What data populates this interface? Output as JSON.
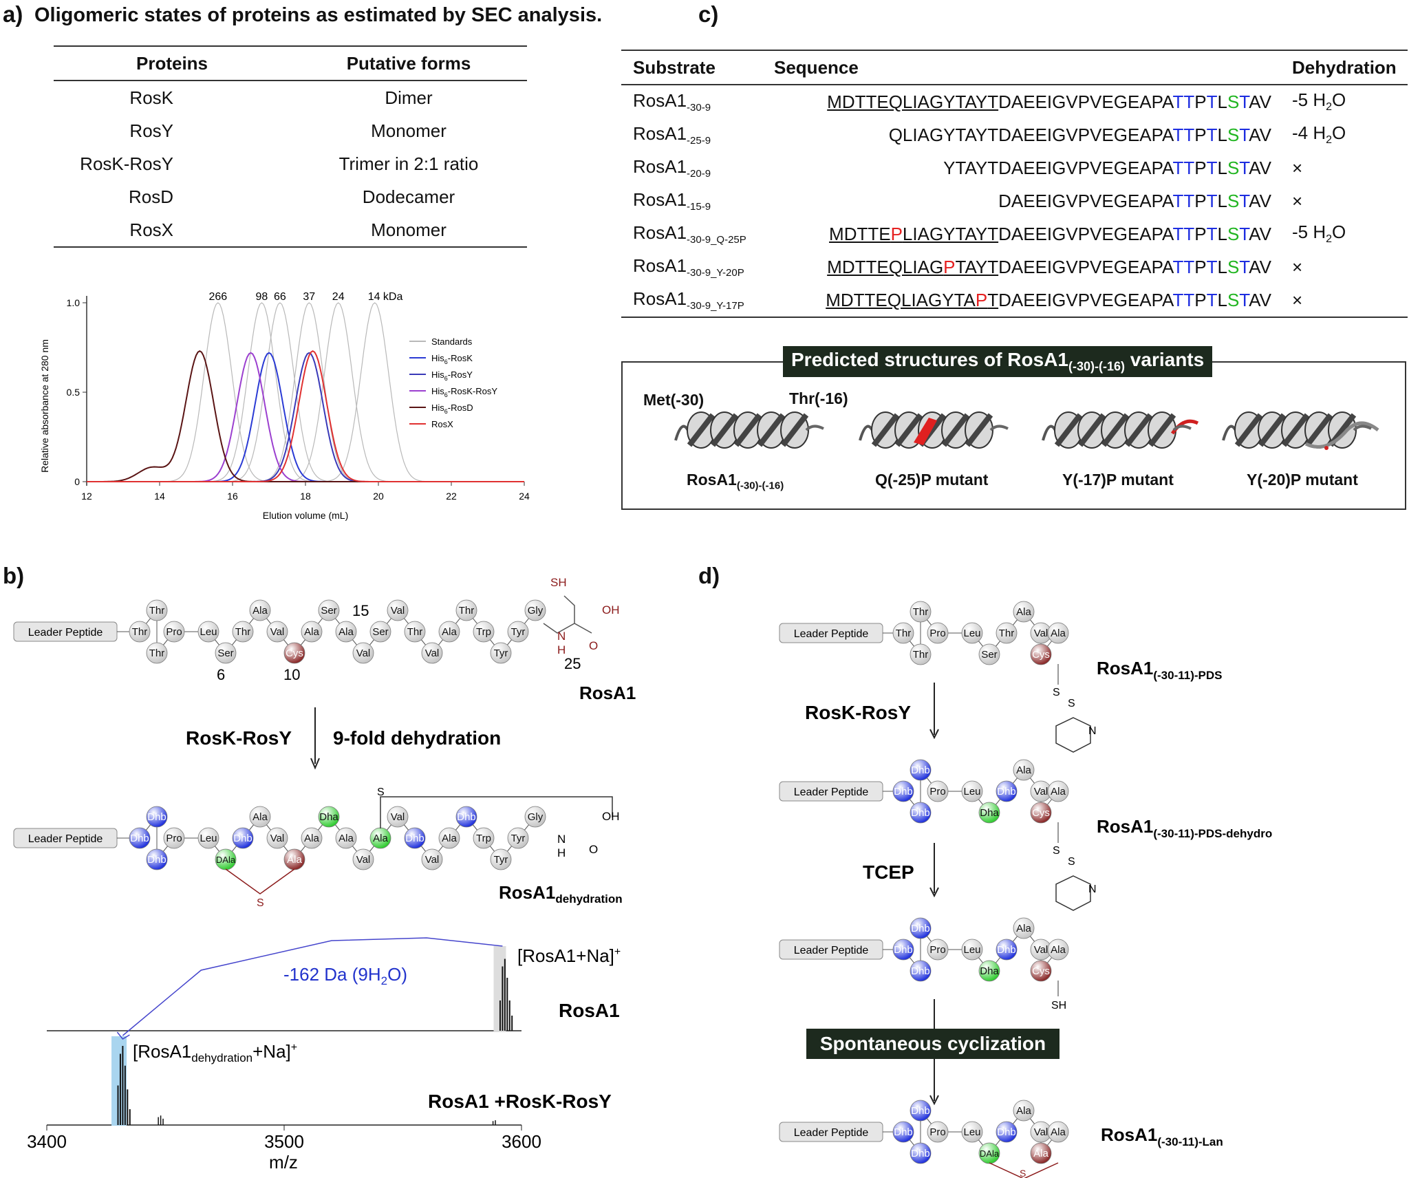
{
  "panel_a": {
    "label": "a)",
    "title": "Oligomeric states of proteins as estimated by SEC analysis.",
    "table": {
      "headers": [
        "Proteins",
        "Putative forms"
      ],
      "rows": [
        [
          "RosK",
          "Dimer"
        ],
        [
          "RosY",
          "Monomer"
        ],
        [
          "RosK-RosY",
          "Trimer in 2:1 ratio"
        ],
        [
          "RosD",
          "Dodecamer"
        ],
        [
          "RosX",
          "Monomer"
        ]
      ]
    }
  },
  "chart_data": {
    "type": "line",
    "xlabel": "Elution volume (mL)",
    "ylabel": "Relative absorbance at 280 nm",
    "xlim": [
      12,
      24
    ],
    "ylim": [
      0,
      1.0
    ],
    "x_ticks": [
      "12",
      "14",
      "16",
      "18",
      "20",
      "22",
      "24"
    ],
    "y_ticks": [
      "0",
      "0.5",
      "1.0"
    ],
    "standard_labels": [
      "266",
      "98",
      "66",
      "37",
      "24",
      "14 kDa"
    ],
    "standard_centers": [
      15.6,
      16.8,
      17.3,
      18.1,
      18.9,
      19.9
    ],
    "legend_position": "right",
    "series": [
      {
        "name": "Standards",
        "color": "#b8b8b8",
        "peaks": [
          [
            15.6,
            1.0
          ],
          [
            16.8,
            1.0
          ],
          [
            17.3,
            1.0
          ],
          [
            18.1,
            1.0
          ],
          [
            18.9,
            1.0
          ],
          [
            19.9,
            1.0
          ]
        ]
      },
      {
        "name": "His6-RosK",
        "color": "#2a3ad4",
        "peaks": [
          [
            17.0,
            0.72
          ]
        ]
      },
      {
        "name": "His6-RosY",
        "color": "#3939b8",
        "peaks": [
          [
            18.1,
            0.72
          ]
        ]
      },
      {
        "name": "His6-RosK-RosY",
        "color": "#9b3fcf",
        "peaks": [
          [
            16.5,
            0.72
          ]
        ]
      },
      {
        "name": "His6-RosD",
        "color": "#5a1414",
        "peaks": [
          [
            15.1,
            0.73
          ]
        ]
      },
      {
        "name": "RosX",
        "color": "#e03030",
        "peaks": [
          [
            18.2,
            0.73
          ]
        ]
      }
    ],
    "legend": [
      {
        "prefix": "Standards",
        "sub": "",
        "suffix": ""
      },
      {
        "prefix": "His",
        "sub": "6",
        "suffix": "-RosK"
      },
      {
        "prefix": "His",
        "sub": "6",
        "suffix": "-RosY"
      },
      {
        "prefix": "His",
        "sub": "6",
        "suffix": "-RosK-RosY"
      },
      {
        "prefix": "His",
        "sub": "6",
        "suffix": "-RosD"
      },
      {
        "prefix": "RosX",
        "sub": "",
        "suffix": ""
      }
    ]
  },
  "panel_c": {
    "label": "c)",
    "headers": [
      "Substrate",
      "Sequence",
      "Dehydration"
    ],
    "rows": [
      {
        "name": "RosA1",
        "sub": "-30-9",
        "under": "MDTTEQLIAGYTAYT",
        "under_red": "",
        "under_tail": "",
        "core": "DAEEIGVPVEGEAPA",
        "dehyd": "-5 H",
        "dehyd_sub": "2",
        "dehyd_tail": "O"
      },
      {
        "name": "RosA1",
        "sub": "-25-9",
        "under": "",
        "under_red": "",
        "under_tail": "",
        "pre": "QLIAGYTAYT",
        "core": "DAEEIGVPVEGEAPA",
        "dehyd": "-4 H",
        "dehyd_sub": "2",
        "dehyd_tail": "O"
      },
      {
        "name": "RosA1",
        "sub": "-20-9",
        "pre": "YTAYT",
        "core": "DAEEIGVPVEGEAPA",
        "dehyd": "×"
      },
      {
        "name": "RosA1",
        "sub": "-15-9",
        "pre": "",
        "core": "DAEEIGVPVEGEAPA",
        "dehyd": "×"
      },
      {
        "name": "RosA1",
        "sub": "-30-9_Q-25P",
        "under": "MDTTE",
        "under_red": "P",
        "under_tail": "LIAGYTAYT",
        "core": "DAEEIGVPVEGEAPA",
        "dehyd": "-5 H",
        "dehyd_sub": "2",
        "dehyd_tail": "O"
      },
      {
        "name": "RosA1",
        "sub": "-30-9_Y-20P",
        "under": "MDTTEQLIAG",
        "under_red": "P",
        "under_tail": "TAYT",
        "core": "DAEEIGVPVEGEAPA",
        "dehyd": "×"
      },
      {
        "name": "RosA1",
        "sub": "-30-9_Y-17P",
        "under": "MDTTEQLIAGYTA",
        "under_red": "P",
        "under_tail": "T",
        "core": "DAEEIGVPVEGEAPA",
        "dehyd": "×"
      }
    ],
    "tail_tt": "TT",
    "tail_p": "P",
    "tail_t": "T",
    "tail_l": "L",
    "tail_s": "S",
    "tail_t2": "T",
    "tail_av": "AV",
    "structures_title_pre": "Predicted structures of RosA1",
    "structures_title_sub": "(-30)-(-16)",
    "structures_title_post": " variants",
    "met_label": "Met(-30)",
    "thr_label": "Thr(-16)",
    "structure_labels": [
      {
        "text": "RosA1",
        "sub": "(-30)-(-16)"
      },
      {
        "text": "Q(-25)P mutant",
        "sub": ""
      },
      {
        "text": "Y(-17)P mutant",
        "sub": ""
      },
      {
        "text": "Y(-20)P mutant",
        "sub": ""
      }
    ]
  },
  "panel_b": {
    "label": "b)",
    "leader": "Leader Peptide",
    "numbers": [
      "6",
      "10",
      "15",
      "25"
    ],
    "rosa1": "RosA1",
    "enzyme": "RosK-RosY",
    "reaction": "9-fold dehydration",
    "product_name": "RosA1",
    "product_sub": "dehydration",
    "sh": "SH",
    "oh": "OH",
    "h": "H",
    "n": "N",
    "o": "O",
    "s": "S",
    "ms": {
      "top_label_pre": "[RosA1+Na]",
      "top_label_sup": "+",
      "loss_pre": "-162 Da (9H",
      "loss_sub": "2",
      "loss_post": "O)",
      "trace1": "RosA1",
      "bottom_label_pre": "[RosA1",
      "bottom_label_sub": "dehydration",
      "bottom_label_post": "+Na]",
      "bottom_label_sup": "+",
      "trace2": "RosA1 +RosK-RosY",
      "x_ticks": [
        "3400",
        "3500",
        "3600"
      ],
      "xlabel": "m/z"
    }
  },
  "panel_d": {
    "label": "d)",
    "leader": "Leader Peptide",
    "enzyme": "RosK-RosY",
    "tcep": "TCEP",
    "cyclization": "Spontaneous cyclization",
    "names": [
      {
        "text": "RosA1",
        "sub": "(-30-11)-PDS"
      },
      {
        "text": "RosA1",
        "sub": "(-30-11)-PDS-dehydro"
      },
      {
        "text": "RosA1",
        "sub": "(-30-11)-Lan"
      }
    ],
    "sh": "SH",
    "s": "S",
    "n": "N"
  },
  "colors": {
    "residue_grey": "#c8c8c8",
    "dhb_blue": "#2233dd",
    "dha_green": "#33cc33",
    "cys_maroon": "#8b2a2a",
    "banner_dark": "#1d2a1e",
    "trace_grey": "#b8b8b8"
  },
  "residues_b_top": [
    {
      "t": "Thr",
      "c": "g"
    },
    {
      "t": "Thr",
      "c": "g"
    },
    {
      "t": "Thr",
      "c": "g"
    },
    {
      "t": "Pro",
      "c": "g"
    },
    {
      "t": "Leu",
      "c": "g"
    },
    {
      "t": "Ser",
      "c": "g"
    },
    {
      "t": "Thr",
      "c": "g"
    },
    {
      "t": "Ala",
      "c": "g"
    },
    {
      "t": "Val",
      "c": "g"
    },
    {
      "t": "Cys",
      "c": "m"
    },
    {
      "t": "Ala",
      "c": "g"
    },
    {
      "t": "Ser",
      "c": "g"
    },
    {
      "t": "Ala",
      "c": "g"
    },
    {
      "t": "Val",
      "c": "g"
    },
    {
      "t": "Ser",
      "c": "g"
    },
    {
      "t": "Val",
      "c": "g"
    },
    {
      "t": "Thr",
      "c": "g"
    },
    {
      "t": "Val",
      "c": "g"
    },
    {
      "t": "Ala",
      "c": "g"
    },
    {
      "t": "Thr",
      "c": "g"
    },
    {
      "t": "Trp",
      "c": "g"
    },
    {
      "t": "Tyr",
      "c": "g"
    },
    {
      "t": "Tyr",
      "c": "g"
    },
    {
      "t": "Gly",
      "c": "g"
    }
  ],
  "residues_b_bottom": [
    {
      "t": "Dhb",
      "c": "b"
    },
    {
      "t": "Dhb",
      "c": "b"
    },
    {
      "t": "Dhb",
      "c": "b"
    },
    {
      "t": "Pro",
      "c": "g"
    },
    {
      "t": "Leu",
      "c": "g"
    },
    {
      "t": "DAla",
      "c": "gr"
    },
    {
      "t": "Dhb",
      "c": "b"
    },
    {
      "t": "Ala",
      "c": "g"
    },
    {
      "t": "Val",
      "c": "g"
    },
    {
      "t": "Ala",
      "c": "m"
    },
    {
      "t": "Ala",
      "c": "g"
    },
    {
      "t": "Dha",
      "c": "gr"
    },
    {
      "t": "Ala",
      "c": "g"
    },
    {
      "t": "Val",
      "c": "g"
    },
    {
      "t": "Ala",
      "c": "gr"
    },
    {
      "t": "Val",
      "c": "g"
    },
    {
      "t": "Dhb",
      "c": "b"
    },
    {
      "t": "Val",
      "c": "g"
    },
    {
      "t": "Ala",
      "c": "g"
    },
    {
      "t": "Dhb",
      "c": "b"
    },
    {
      "t": "Trp",
      "c": "g"
    },
    {
      "t": "Tyr",
      "c": "g"
    },
    {
      "t": "Tyr",
      "c": "g"
    },
    {
      "t": "Gly",
      "c": "g"
    }
  ],
  "residues_d1": [
    {
      "t": "Thr",
      "c": "g"
    },
    {
      "t": "Thr",
      "c": "g"
    },
    {
      "t": "Thr",
      "c": "g"
    },
    {
      "t": "Pro",
      "c": "g"
    },
    {
      "t": "Leu",
      "c": "g"
    },
    {
      "t": "Ser",
      "c": "g"
    },
    {
      "t": "Thr",
      "c": "g"
    },
    {
      "t": "Ala",
      "c": "g"
    },
    {
      "t": "Val",
      "c": "g"
    },
    {
      "t": "Cys",
      "c": "m"
    },
    {
      "t": "Ala",
      "c": "g"
    }
  ],
  "residues_d2": [
    {
      "t": "Dhb",
      "c": "b"
    },
    {
      "t": "Dhb",
      "c": "b"
    },
    {
      "t": "Dhb",
      "c": "b"
    },
    {
      "t": "Pro",
      "c": "g"
    },
    {
      "t": "Leu",
      "c": "g"
    },
    {
      "t": "Dha",
      "c": "gr"
    },
    {
      "t": "Dhb",
      "c": "b"
    },
    {
      "t": "Ala",
      "c": "g"
    },
    {
      "t": "Val",
      "c": "g"
    },
    {
      "t": "Cys",
      "c": "m"
    },
    {
      "t": "Ala",
      "c": "g"
    }
  ],
  "residues_d3": [
    {
      "t": "Dhb",
      "c": "b"
    },
    {
      "t": "Dhb",
      "c": "b"
    },
    {
      "t": "Dhb",
      "c": "b"
    },
    {
      "t": "Pro",
      "c": "g"
    },
    {
      "t": "Leu",
      "c": "g"
    },
    {
      "t": "Dha",
      "c": "gr"
    },
    {
      "t": "Dhb",
      "c": "b"
    },
    {
      "t": "Ala",
      "c": "g"
    },
    {
      "t": "Val",
      "c": "g"
    },
    {
      "t": "Cys",
      "c": "m"
    },
    {
      "t": "Ala",
      "c": "g"
    }
  ],
  "residues_d4": [
    {
      "t": "Dhb",
      "c": "b"
    },
    {
      "t": "Dhb",
      "c": "b"
    },
    {
      "t": "Dhb",
      "c": "b"
    },
    {
      "t": "Pro",
      "c": "g"
    },
    {
      "t": "Leu",
      "c": "g"
    },
    {
      "t": "DAla",
      "c": "gr"
    },
    {
      "t": "Dhb",
      "c": "b"
    },
    {
      "t": "Ala",
      "c": "g"
    },
    {
      "t": "Val",
      "c": "g"
    },
    {
      "t": "Ala",
      "c": "m"
    },
    {
      "t": "Ala",
      "c": "g"
    }
  ]
}
